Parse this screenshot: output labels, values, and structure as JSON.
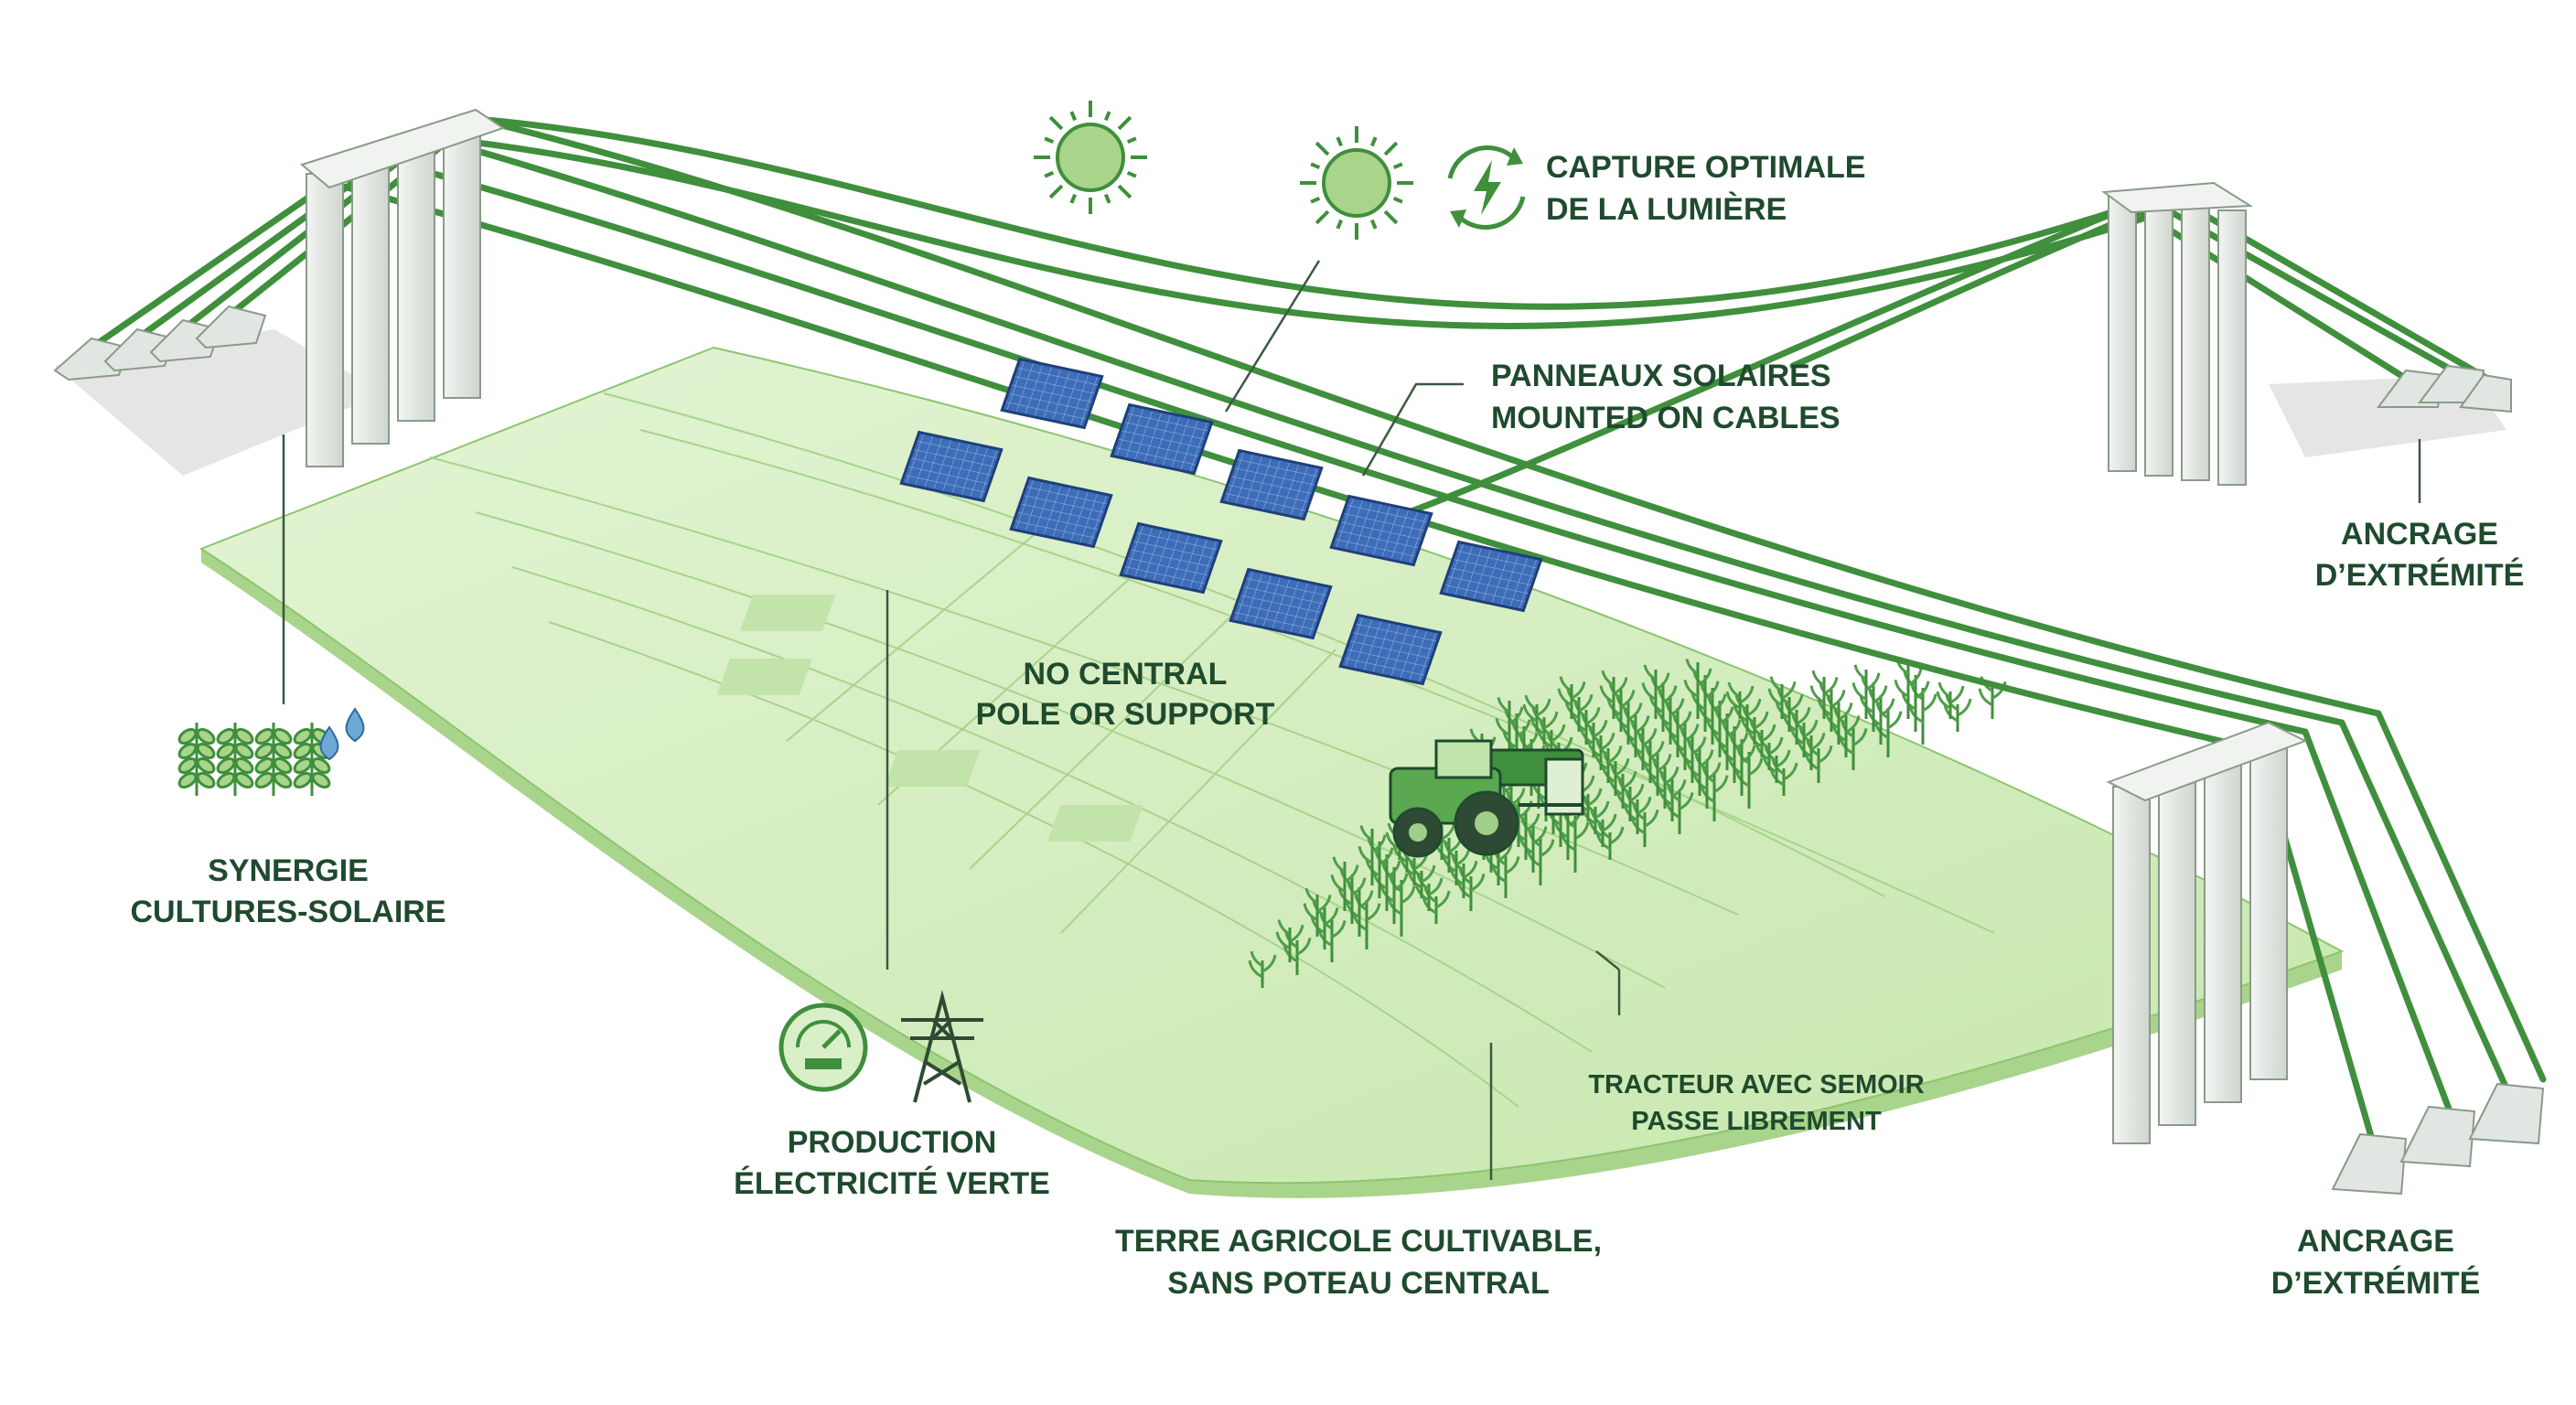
{
  "labels": {
    "capture": [
      "CAPTURE OPTIMALE",
      "DE LA LUMIÈRE"
    ],
    "panels": [
      "PANNEAUX SOLAIRES",
      "MOUNTED ON CABLES"
    ],
    "anchor_top": [
      "ANCRAGE",
      "D’EXTRÉMITÉ"
    ],
    "anchor_bottom": [
      "ANCRAGE",
      "D’EXTRÉMITÉ"
    ],
    "no_pole": [
      "NO CENTRAL",
      "POLE OR SUPPORT"
    ],
    "synergy": [
      "SYNERGIE",
      "CULTURES-SOLAIRE"
    ],
    "production": [
      "PRODUCTION",
      "ÉLECTRICITÉ VERTE"
    ],
    "tractor": [
      "TRACTEUR AVEC SEMOIR",
      "PASSE LIBREMENT"
    ],
    "land": [
      "TERRE AGRICOLE CULTIVABLE,",
      "SANS POTEAU CENTRAL"
    ]
  },
  "icons": {
    "sun": "sun-icon",
    "energy_cycle": "energy-cycle-icon",
    "plants": "plant-sprouts-icon",
    "water": "water-drops-icon",
    "meter": "power-meter-icon",
    "pylon": "power-pylon-icon",
    "tractor": "tractor-icon"
  },
  "colors": {
    "field": "#d9efc8",
    "field_dark": "#b5dc98",
    "cable": "#3f8f3c",
    "pillar": "#e6e8e4",
    "pillar_stroke": "#8a9a8a",
    "panel": "#3d6db8",
    "text": "#1f4a2d",
    "leader": "#3a5a40"
  }
}
